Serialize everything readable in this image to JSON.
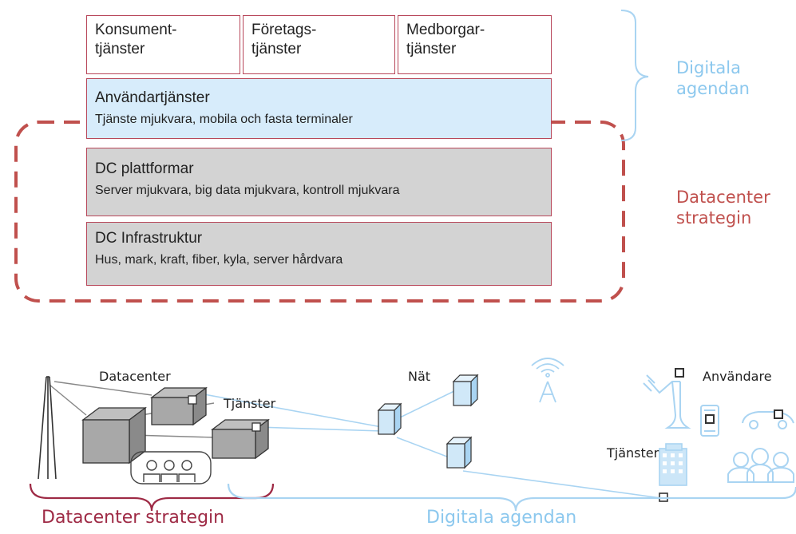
{
  "stack": {
    "services": [
      {
        "line1": "Konsument-",
        "line2": "tjänster"
      },
      {
        "line1": "Företags-",
        "line2": "tjänster"
      },
      {
        "line1": "Medborgar-",
        "line2": "tjänster"
      }
    ],
    "user_services": {
      "title": "Användartjänster",
      "subtitle": "Tjänste mjukvara, mobila och fasta terminaler"
    },
    "platforms": {
      "title": "DC plattformar",
      "subtitle": "Server mjukvara, big data mjukvara, kontroll mjukvara"
    },
    "infrastructure": {
      "title": "DC Infrastruktur",
      "subtitle": "Hus, mark, kraft, fiber, kyla, server hårdvara"
    }
  },
  "side_labels": {
    "digital": {
      "line1": "Digitala",
      "line2": "agendan"
    },
    "datacenter": {
      "line1": "Datacenter",
      "line2": "strategin"
    }
  },
  "network": {
    "datacenter": "Datacenter",
    "services_left": "Tjänster",
    "net": "Nät",
    "users": "Användare",
    "services_right": "Tjänster"
  },
  "bottom_labels": {
    "datacenter": "Datacenter strategin",
    "digital": "Digitala agendan"
  },
  "colors": {
    "red": "#b8475a",
    "dashed_red": "#c0504d",
    "light_blue": "#a9d4f2",
    "blue_text": "#8cc8ee",
    "grey_box": "#d3d3d3"
  }
}
